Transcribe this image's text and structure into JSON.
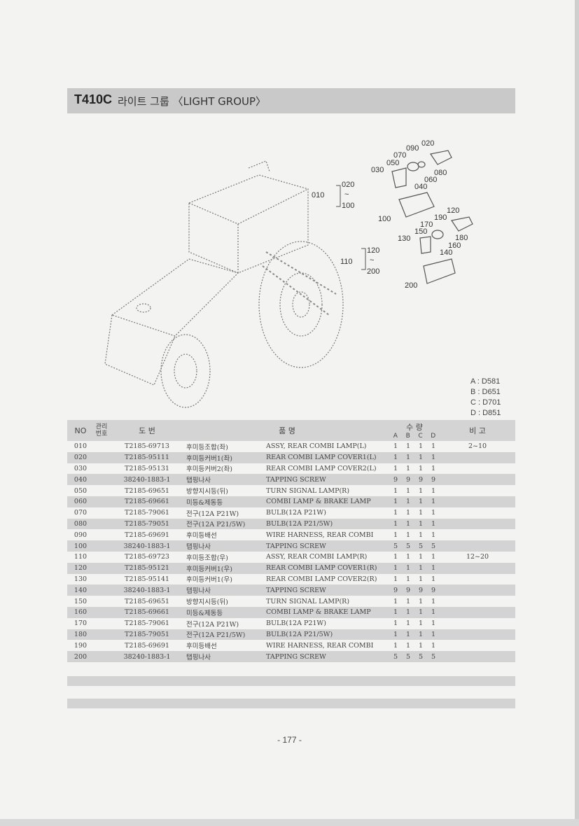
{
  "title": {
    "model": "T410C",
    "text": "라이트 그룹 〈LIGHT GROUP〉"
  },
  "diagram_labels": {
    "group1": "010",
    "group1_range": [
      "020",
      "~",
      "100"
    ],
    "group2": "110",
    "group2_range": [
      "120",
      "~",
      "200"
    ],
    "callouts": [
      "020",
      "090",
      "070",
      "050",
      "030",
      "080",
      "060",
      "040",
      "100",
      "120",
      "190",
      "170",
      "150",
      "130",
      "180",
      "160",
      "140",
      "200"
    ]
  },
  "models": [
    "A : D581",
    "B : D651",
    "C : D701",
    "D : D851"
  ],
  "table": {
    "headers": {
      "no": "NO",
      "mgmt": "관리\n번호",
      "drawing_no": "도 번",
      "name": "품 명",
      "qty": "수 량",
      "remarks": "비 고",
      "a": "A",
      "b": "B",
      "c": "C",
      "d": "D"
    },
    "rows": [
      {
        "no": "010",
        "part": "T2185-69713",
        "kr": "후미등조합(좌)",
        "en": "ASSY, REAR COMBI LAMP(L)",
        "a": "1",
        "b": "1",
        "c": "1",
        "d": "1",
        "remark": "2~10"
      },
      {
        "no": "020",
        "part": "T2185-95111",
        "kr": "후미등커버1(좌)",
        "en": "REAR COMBI LAMP COVER1(L)",
        "a": "1",
        "b": "1",
        "c": "1",
        "d": "1",
        "remark": ""
      },
      {
        "no": "030",
        "part": "T2185-95131",
        "kr": "후미등커버2(좌)",
        "en": "REAR COMBI LAMP COVER2(L)",
        "a": "1",
        "b": "1",
        "c": "1",
        "d": "1",
        "remark": ""
      },
      {
        "no": "040",
        "part": "38240-1883-1",
        "kr": "탭핑나사",
        "en": "TAPPING SCREW",
        "a": "9",
        "b": "9",
        "c": "9",
        "d": "9",
        "remark": ""
      },
      {
        "no": "050",
        "part": "T2185-69651",
        "kr": "방향지시등(뒤)",
        "en": "TURN SIGNAL LAMP(R)",
        "a": "1",
        "b": "1",
        "c": "1",
        "d": "1",
        "remark": ""
      },
      {
        "no": "060",
        "part": "T2185-69661",
        "kr": "미등&제동등",
        "en": "COMBI LAMP & BRAKE LAMP",
        "a": "1",
        "b": "1",
        "c": "1",
        "d": "1",
        "remark": ""
      },
      {
        "no": "070",
        "part": "T2185-79061",
        "kr": "전구(12A P21W)",
        "en": "BULB(12A P21W)",
        "a": "1",
        "b": "1",
        "c": "1",
        "d": "1",
        "remark": ""
      },
      {
        "no": "080",
        "part": "T2185-79051",
        "kr": "전구(12A P21/5W)",
        "en": "BULB(12A P21/5W)",
        "a": "1",
        "b": "1",
        "c": "1",
        "d": "1",
        "remark": ""
      },
      {
        "no": "090",
        "part": "T2185-69691",
        "kr": "후미등배선",
        "en": "WIRE HARNESS, REAR COMBI",
        "a": "1",
        "b": "1",
        "c": "1",
        "d": "1",
        "remark": ""
      },
      {
        "no": "100",
        "part": "38240-1883-1",
        "kr": "탭핑나사",
        "en": "TAPPING SCREW",
        "a": "5",
        "b": "5",
        "c": "5",
        "d": "5",
        "remark": ""
      },
      {
        "no": "110",
        "part": "T2185-69723",
        "kr": "후미등조합(우)",
        "en": "ASSY, REAR COMBI LAMP(R)",
        "a": "1",
        "b": "1",
        "c": "1",
        "d": "1",
        "remark": "12~20"
      },
      {
        "no": "120",
        "part": "T2185-95121",
        "kr": "후미등커버1(우)",
        "en": "REAR COMBI LAMP COVER1(R)",
        "a": "1",
        "b": "1",
        "c": "1",
        "d": "1",
        "remark": ""
      },
      {
        "no": "130",
        "part": "T2185-95141",
        "kr": "후미등커버1(우)",
        "en": "REAR COMBI LAMP COVER2(R)",
        "a": "1",
        "b": "1",
        "c": "1",
        "d": "1",
        "remark": ""
      },
      {
        "no": "140",
        "part": "38240-1883-1",
        "kr": "탭핑나사",
        "en": "TAPPING SCREW",
        "a": "9",
        "b": "9",
        "c": "9",
        "d": "9",
        "remark": ""
      },
      {
        "no": "150",
        "part": "T2185-69651",
        "kr": "방향지시등(뒤)",
        "en": "TURN SIGNAL LAMP(R)",
        "a": "1",
        "b": "1",
        "c": "1",
        "d": "1",
        "remark": ""
      },
      {
        "no": "160",
        "part": "T2185-69661",
        "kr": "미등&제동등",
        "en": "COMBI LAMP & BRAKE LAMP",
        "a": "1",
        "b": "1",
        "c": "1",
        "d": "1",
        "remark": ""
      },
      {
        "no": "170",
        "part": "T2185-79061",
        "kr": "전구(12A P21W)",
        "en": "BULB(12A P21W)",
        "a": "1",
        "b": "1",
        "c": "1",
        "d": "1",
        "remark": ""
      },
      {
        "no": "180",
        "part": "T2185-79051",
        "kr": "전구(12A P21/5W)",
        "en": "BULB(12A P21/5W)",
        "a": "1",
        "b": "1",
        "c": "1",
        "d": "1",
        "remark": ""
      },
      {
        "no": "190",
        "part": "T2185-69691",
        "kr": "후미등배선",
        "en": "WIRE HARNESS, REAR COMBI",
        "a": "1",
        "b": "1",
        "c": "1",
        "d": "1",
        "remark": ""
      },
      {
        "no": "200",
        "part": "38240-1883-1",
        "kr": "탭핑나사",
        "en": "TAPPING SCREW",
        "a": "5",
        "b": "5",
        "c": "5",
        "d": "5",
        "remark": ""
      }
    ]
  },
  "page_number": "- 177 -"
}
